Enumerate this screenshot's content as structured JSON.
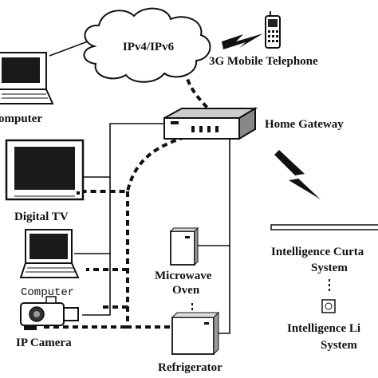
{
  "labels": {
    "cloud": "IPv4/IPv6",
    "mobile": "3G Mobile Telephone",
    "computer_top": "omputer",
    "home_gateway": "Home Gateway",
    "digital_tv": "Digital TV",
    "computer_mid": "Computer",
    "ip_camera": "IP Camera",
    "microwave_line1": "Microwave",
    "microwave_line2": "Oven",
    "refrigerator": "Refrigerator",
    "curtain_line1": "Intelligence Curta",
    "curtain_line2": "System",
    "light_line1": "Intelligence Li",
    "light_line2": "System"
  },
  "icons": [
    "cloud-icon",
    "mobile-phone-icon",
    "laptop-icon",
    "home-gateway-icon",
    "tv-icon",
    "laptop-icon",
    "camera-icon",
    "microwave-icon",
    "refrigerator-icon",
    "curtain-icon",
    "light-icon",
    "wireless-lightning-icon"
  ],
  "colors": {
    "ink": "#111111",
    "screen": "#1a1a1a",
    "paper": "#ffffff",
    "shade": "#9a9a9a"
  }
}
